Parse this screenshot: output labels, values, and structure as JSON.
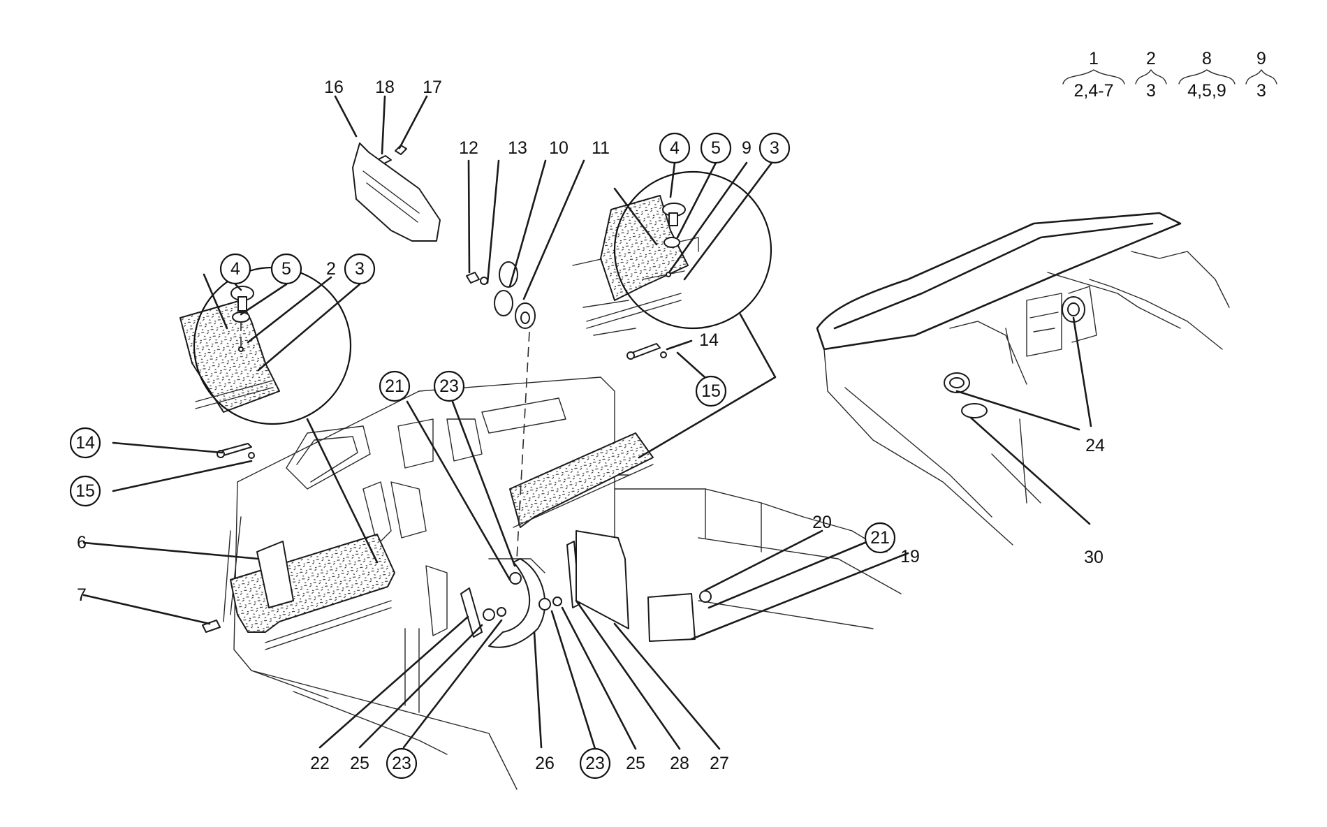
{
  "diagram": {
    "legend": [
      {
        "top": "1",
        "bottom": "2,4-7"
      },
      {
        "top": "2",
        "bottom": "3"
      },
      {
        "top": "8",
        "bottom": "4,5,9"
      },
      {
        "top": "9",
        "bottom": "3"
      }
    ],
    "callouts": [
      {
        "label": "16",
        "circled": false
      },
      {
        "label": "18",
        "circled": false
      },
      {
        "label": "17",
        "circled": false
      },
      {
        "label": "12",
        "circled": false
      },
      {
        "label": "13",
        "circled": false
      },
      {
        "label": "10",
        "circled": false
      },
      {
        "label": "11",
        "circled": false
      },
      {
        "label": "4",
        "circled": true
      },
      {
        "label": "5",
        "circled": true
      },
      {
        "label": "9",
        "circled": false
      },
      {
        "label": "3",
        "circled": true
      },
      {
        "label": "4",
        "circled": true
      },
      {
        "label": "5",
        "circled": true
      },
      {
        "label": "2",
        "circled": false
      },
      {
        "label": "3",
        "circled": true
      },
      {
        "label": "14",
        "circled": false
      },
      {
        "label": "15",
        "circled": true
      },
      {
        "label": "14",
        "circled": true
      },
      {
        "label": "15",
        "circled": true
      },
      {
        "label": "21",
        "circled": true
      },
      {
        "label": "23",
        "circled": true
      },
      {
        "label": "6",
        "circled": false
      },
      {
        "label": "7",
        "circled": false
      },
      {
        "label": "20",
        "circled": false
      },
      {
        "label": "21",
        "circled": true
      },
      {
        "label": "19",
        "circled": false
      },
      {
        "label": "24",
        "circled": false
      },
      {
        "label": "30",
        "circled": false
      },
      {
        "label": "22",
        "circled": false
      },
      {
        "label": "25",
        "circled": false
      },
      {
        "label": "23",
        "circled": true
      },
      {
        "label": "26",
        "circled": false
      },
      {
        "label": "23",
        "circled": true
      },
      {
        "label": "25",
        "circled": false
      },
      {
        "label": "28",
        "circled": false
      },
      {
        "label": "27",
        "circled": false
      }
    ]
  }
}
